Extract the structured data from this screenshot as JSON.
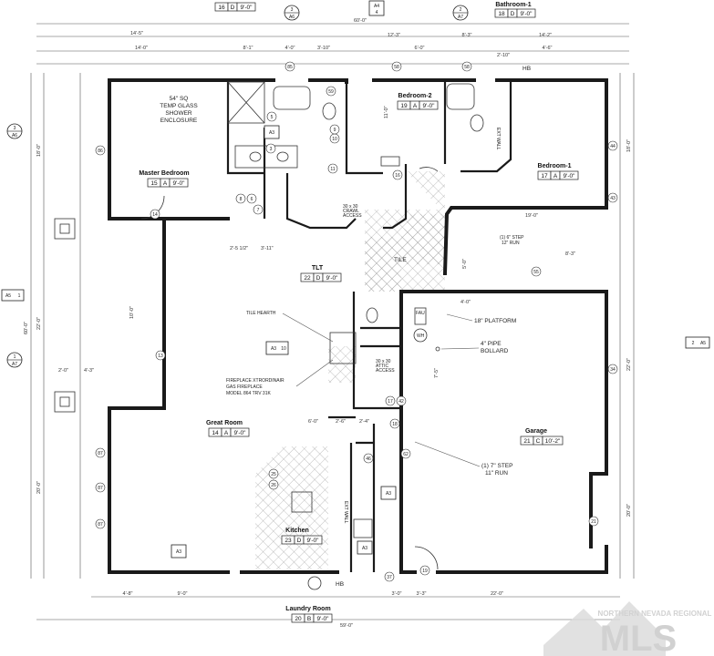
{
  "rooms": {
    "master_bedroom": {
      "name": "Master Bedroom",
      "tag": [
        "15",
        "A",
        "9'-0\""
      ]
    },
    "bedroom2": {
      "name": "Bedroom-2",
      "tag": [
        "19",
        "A",
        "9'-0\""
      ]
    },
    "bedroom1": {
      "name": "Bedroom-1",
      "tag": [
        "17",
        "A",
        "9'-0\""
      ]
    },
    "bathroom1": {
      "name": "Bathroom-1",
      "tag": [
        "18",
        "D",
        "9'-0\""
      ]
    },
    "great_room": {
      "name": "Great Room",
      "tag": [
        "14",
        "A",
        "9'-0\""
      ]
    },
    "tlt": {
      "name": "TLT",
      "tag": [
        "22",
        "D",
        "9'-0\""
      ]
    },
    "kitchen": {
      "name": "Kitchen",
      "tag": [
        "23",
        "D",
        "9'-0\""
      ]
    },
    "laundry": {
      "name": "Laundry Room",
      "tag": [
        "20",
        "B",
        "9'-0\""
      ]
    },
    "garage": {
      "name": "Garage",
      "tag": [
        "21",
        "C",
        "10'-2\""
      ]
    },
    "top_tag": [
      "16",
      "D",
      "9'-0\""
    ]
  },
  "notes": {
    "shower": [
      "54\" SQ",
      "TEMP GLASS",
      "SHOWER",
      "ENCLOSURE"
    ],
    "tile_hearth": "TILE HEARTH",
    "fireplace": [
      "FIREPLACE XTRORDINAIR",
      "GAS FIREPLACE",
      "MODEL 864 TRV 31K"
    ],
    "tile": "TILE",
    "platform": "18\" PLATFORM",
    "bollard": [
      "4\" PIPE",
      "BOLLARD"
    ],
    "step1": [
      "(1) 7\" STEP",
      "11\" RUN"
    ],
    "step2": [
      "(1) 6\" STEP",
      "12\" RUN"
    ],
    "hb_top": "HB",
    "hb_bottom": "HB",
    "access1": [
      "30 x 30",
      "CRAWL",
      "ACCESS"
    ],
    "access2": [
      "30 x 30",
      "ATTIC",
      "ACCESS"
    ],
    "ext_wall": "EXT WALL",
    "wh": "WH",
    "fau": "FAU"
  },
  "dimensions": {
    "overall_top": "60'-0\"",
    "overall_bottom": "59'-0\"",
    "top_row": [
      "14'-0\"",
      "8'-1\"",
      "4'-0\"",
      "3'-10\"",
      "12'-3\"",
      "8'-3\"",
      "14'-2\""
    ],
    "top_row2": [
      "14'-5\"",
      "6'-0\"",
      "4'-6\""
    ],
    "bottom_row": [
      "4'-8\"",
      "9'-0\"",
      "3'-0\"",
      "3'-3\"",
      "22'-0\""
    ],
    "left_overall": "60'-0\"",
    "left_parts": [
      "18'-0\"",
      "22'-0\"",
      "20'-0\""
    ],
    "right_parts": [
      "18'-0\"",
      "22'-0\"",
      "20'-0\""
    ],
    "misc": [
      "19'-0\"",
      "8'-3\"",
      "10'-0\"",
      "11'-0\"",
      "4'-0\"",
      "2'-10\"",
      "3'-11\"",
      "2'-5 1/2\"",
      "2'-6\"",
      "2'-4\"",
      "6'-0\"",
      "5'-0\"",
      "4'-3\"",
      "7'-5\"",
      "2'-0\""
    ]
  },
  "section_markers": {
    "a6_top": [
      "A6",
      "3"
    ],
    "a7_top": [
      "A7",
      "2"
    ],
    "a4_top": [
      "A4",
      "4"
    ],
    "a6_left": [
      "A6",
      "3"
    ],
    "a7_left": [
      "A7",
      "1"
    ],
    "a5_left": [
      "A5",
      "1"
    ],
    "a5_right": [
      "A5",
      "2"
    ],
    "a3_1": [
      "A3",
      "9"
    ],
    "a3_2": [
      "A3",
      "10"
    ],
    "a3_3": [
      "A3"
    ],
    "a3_4": [
      "A3"
    ],
    "a3_5": [
      "A3"
    ]
  },
  "keynotes": [
    "85",
    "58",
    "58",
    "86",
    "13",
    "16",
    "59",
    "37",
    "42",
    "11",
    "10",
    "9",
    "7",
    "6",
    "8",
    "3",
    "5",
    "44",
    "18",
    "17",
    "19",
    "14",
    "25",
    "26",
    "87",
    "87",
    "87",
    "21",
    "43",
    "46",
    "62",
    "55",
    "34"
  ],
  "watermark": {
    "text": "MLS",
    "subtext": "NORTHERN NEVADA REGIONAL"
  }
}
